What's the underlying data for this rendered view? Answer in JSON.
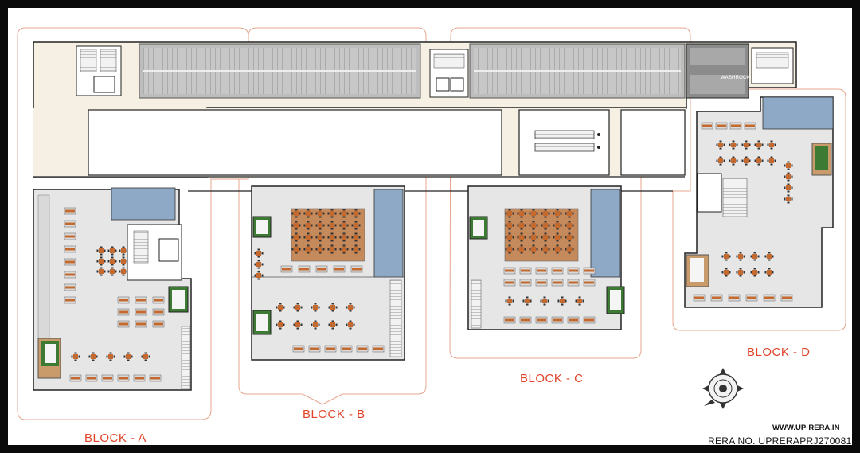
{
  "blocks": {
    "a": "BLOCK - A",
    "b": "BLOCK - B",
    "c": "BLOCK - C",
    "d": "BLOCK - D"
  },
  "rooms": {
    "washroom": "WASHROOM"
  },
  "footer": {
    "website": "WWW.UP-RERA.IN",
    "rera_number": "RERA NO. UPRERAPRJ270081"
  },
  "colors": {
    "outline": "#e7a58f",
    "label": "#e2442a",
    "corridor": "#f6f0e4",
    "floor": "#e7e7e7",
    "service": "#8ea9c6",
    "table": "#c46a2f",
    "parking": "#bfbfbf",
    "shop_green": "#3d7a34"
  },
  "icons": {
    "compass": "compass-rose-icon"
  }
}
